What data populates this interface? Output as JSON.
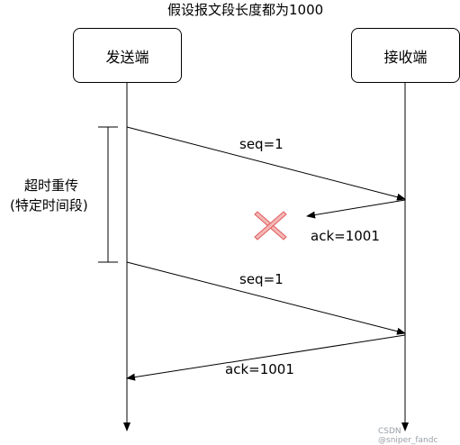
{
  "title": "假设报文段长度都为1000",
  "sender": {
    "label": "发送端"
  },
  "receiver": {
    "label": "接收端"
  },
  "timeout": {
    "line1": "超时重传",
    "line2": "(特定时间段)"
  },
  "messages": [
    {
      "label": "seq=1",
      "from": "sender",
      "to": "receiver",
      "lost": false
    },
    {
      "label": "ack=1001",
      "from": "receiver",
      "to": "sender",
      "lost": true
    },
    {
      "label": "seq=1",
      "from": "sender",
      "to": "receiver",
      "lost": false
    },
    {
      "label": "ack=1001",
      "from": "receiver",
      "to": "sender",
      "lost": false
    }
  ],
  "lost_marker": {
    "color": "#e05a5a",
    "fill": "#f4b6b6"
  },
  "watermark": "CSDN @sniper_fandc"
}
